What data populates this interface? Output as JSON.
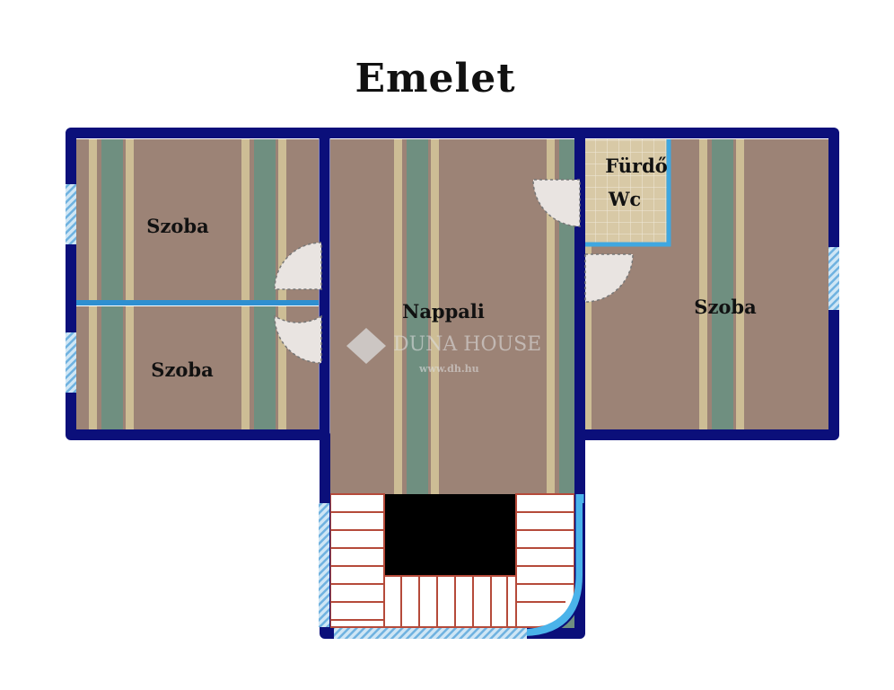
{
  "title": "Emelet",
  "rooms": {
    "szoba_top_left": "Szoba",
    "szoba_bottom_left": "Szoba",
    "nappali": "Nappali",
    "furdo": "Fürdő",
    "wc": "Wc",
    "szoba_right": "Szoba"
  },
  "watermark": {
    "brand": "DUNA HOUSE",
    "url": "www.dh.hu"
  },
  "colors": {
    "wall": "#0b0f7a",
    "floor": "#9c8376",
    "stripe_green": "#6f8f80",
    "stripe_beige": "#cdbd95",
    "window": "#8cc6ea",
    "stairs": "#b54a3a",
    "tile": "#d8c9a6"
  }
}
